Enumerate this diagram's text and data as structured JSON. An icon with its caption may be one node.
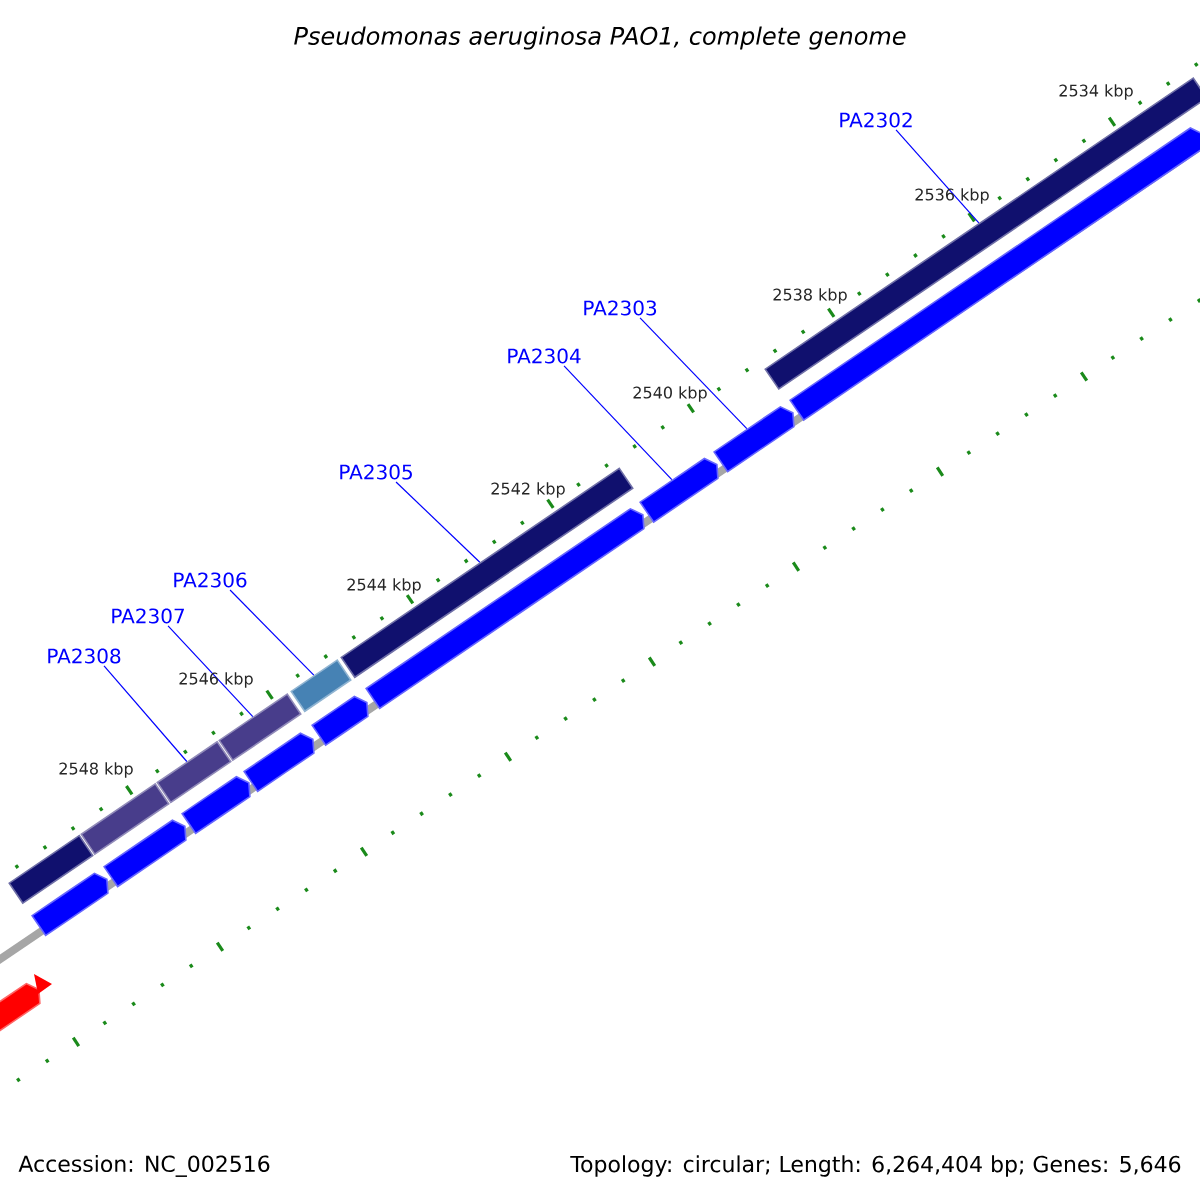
{
  "diagram": {
    "title": "*Pseudomonas aeruginosa* PAO1, complete genome",
    "nodes": [
      {
        "text": [
          "PA2302"
        ]
      },
      {
        "text": [
          "PA2303"
        ]
      },
      {
        "text": [
          "PA2304"
        ]
      },
      {
        "text": [
          "PA2305"
        ]
      },
      {
        "text": [
          "PA2306"
        ]
      },
      {
        "text": [
          "PA2307"
        ]
      },
      {
        "text": [
          "PA2308"
        ]
      },
      {
        "text": [],
        "shape": "bar"
      },
      {
        "text": [],
        "shape": "bar"
      },
      {
        "text": [],
        "shape": "bar"
      },
      {
        "text": [],
        "shape": "bar"
      },
      {
        "text": [],
        "shape": "bar"
      },
      {
        "text": [],
        "shape": "bar"
      },
      {
        "text": [],
        "shape": "bar"
      },
      {
        "text": [],
        "shape": "bar"
      },
      {
        "text": [],
        "shape": "bar"
      },
      {
        "text": [],
        "shape": "bar"
      },
      {
        "text": [],
        "shape": "bar"
      },
      {
        "text": [],
        "shape": "bar"
      },
      {
        "text": [],
        "shape": "bar"
      },
      {
        "text": [],
        "shape": "bar"
      },
      {
        "text": [],
        "shape": "bar"
      },
      {
        "text": [],
        "shape": "bar"
      },
      {
        "text": [],
        "shape": "bar"
      }
    ],
    "edges": [
      {
        "from": 0,
        "to": 13,
        "arrow": "none"
      },
      {
        "from": 1,
        "to": 21,
        "arrow": "none"
      },
      {
        "from": 2,
        "to": 20,
        "arrow": "none"
      },
      {
        "from": 3,
        "to": 12,
        "arrow": "none"
      },
      {
        "from": 4,
        "to": 11,
        "arrow": "none"
      },
      {
        "from": 5,
        "to": 10,
        "arrow": "none"
      },
      {
        "from": 6,
        "to": 9,
        "arrow": "none"
      }
    ],
    "labels": [
      "2534 kbp",
      "2536 kbp",
      "2538 kbp",
      "2540 kbp",
      "2542 kbp",
      "2544 kbp",
      "2546 kbp",
      "2548 kbp",
      "Accession: NC_002516",
      "Topology: circular; Length: 6,264,404 bp; Genes: 5,646"
    ]
  }
}
